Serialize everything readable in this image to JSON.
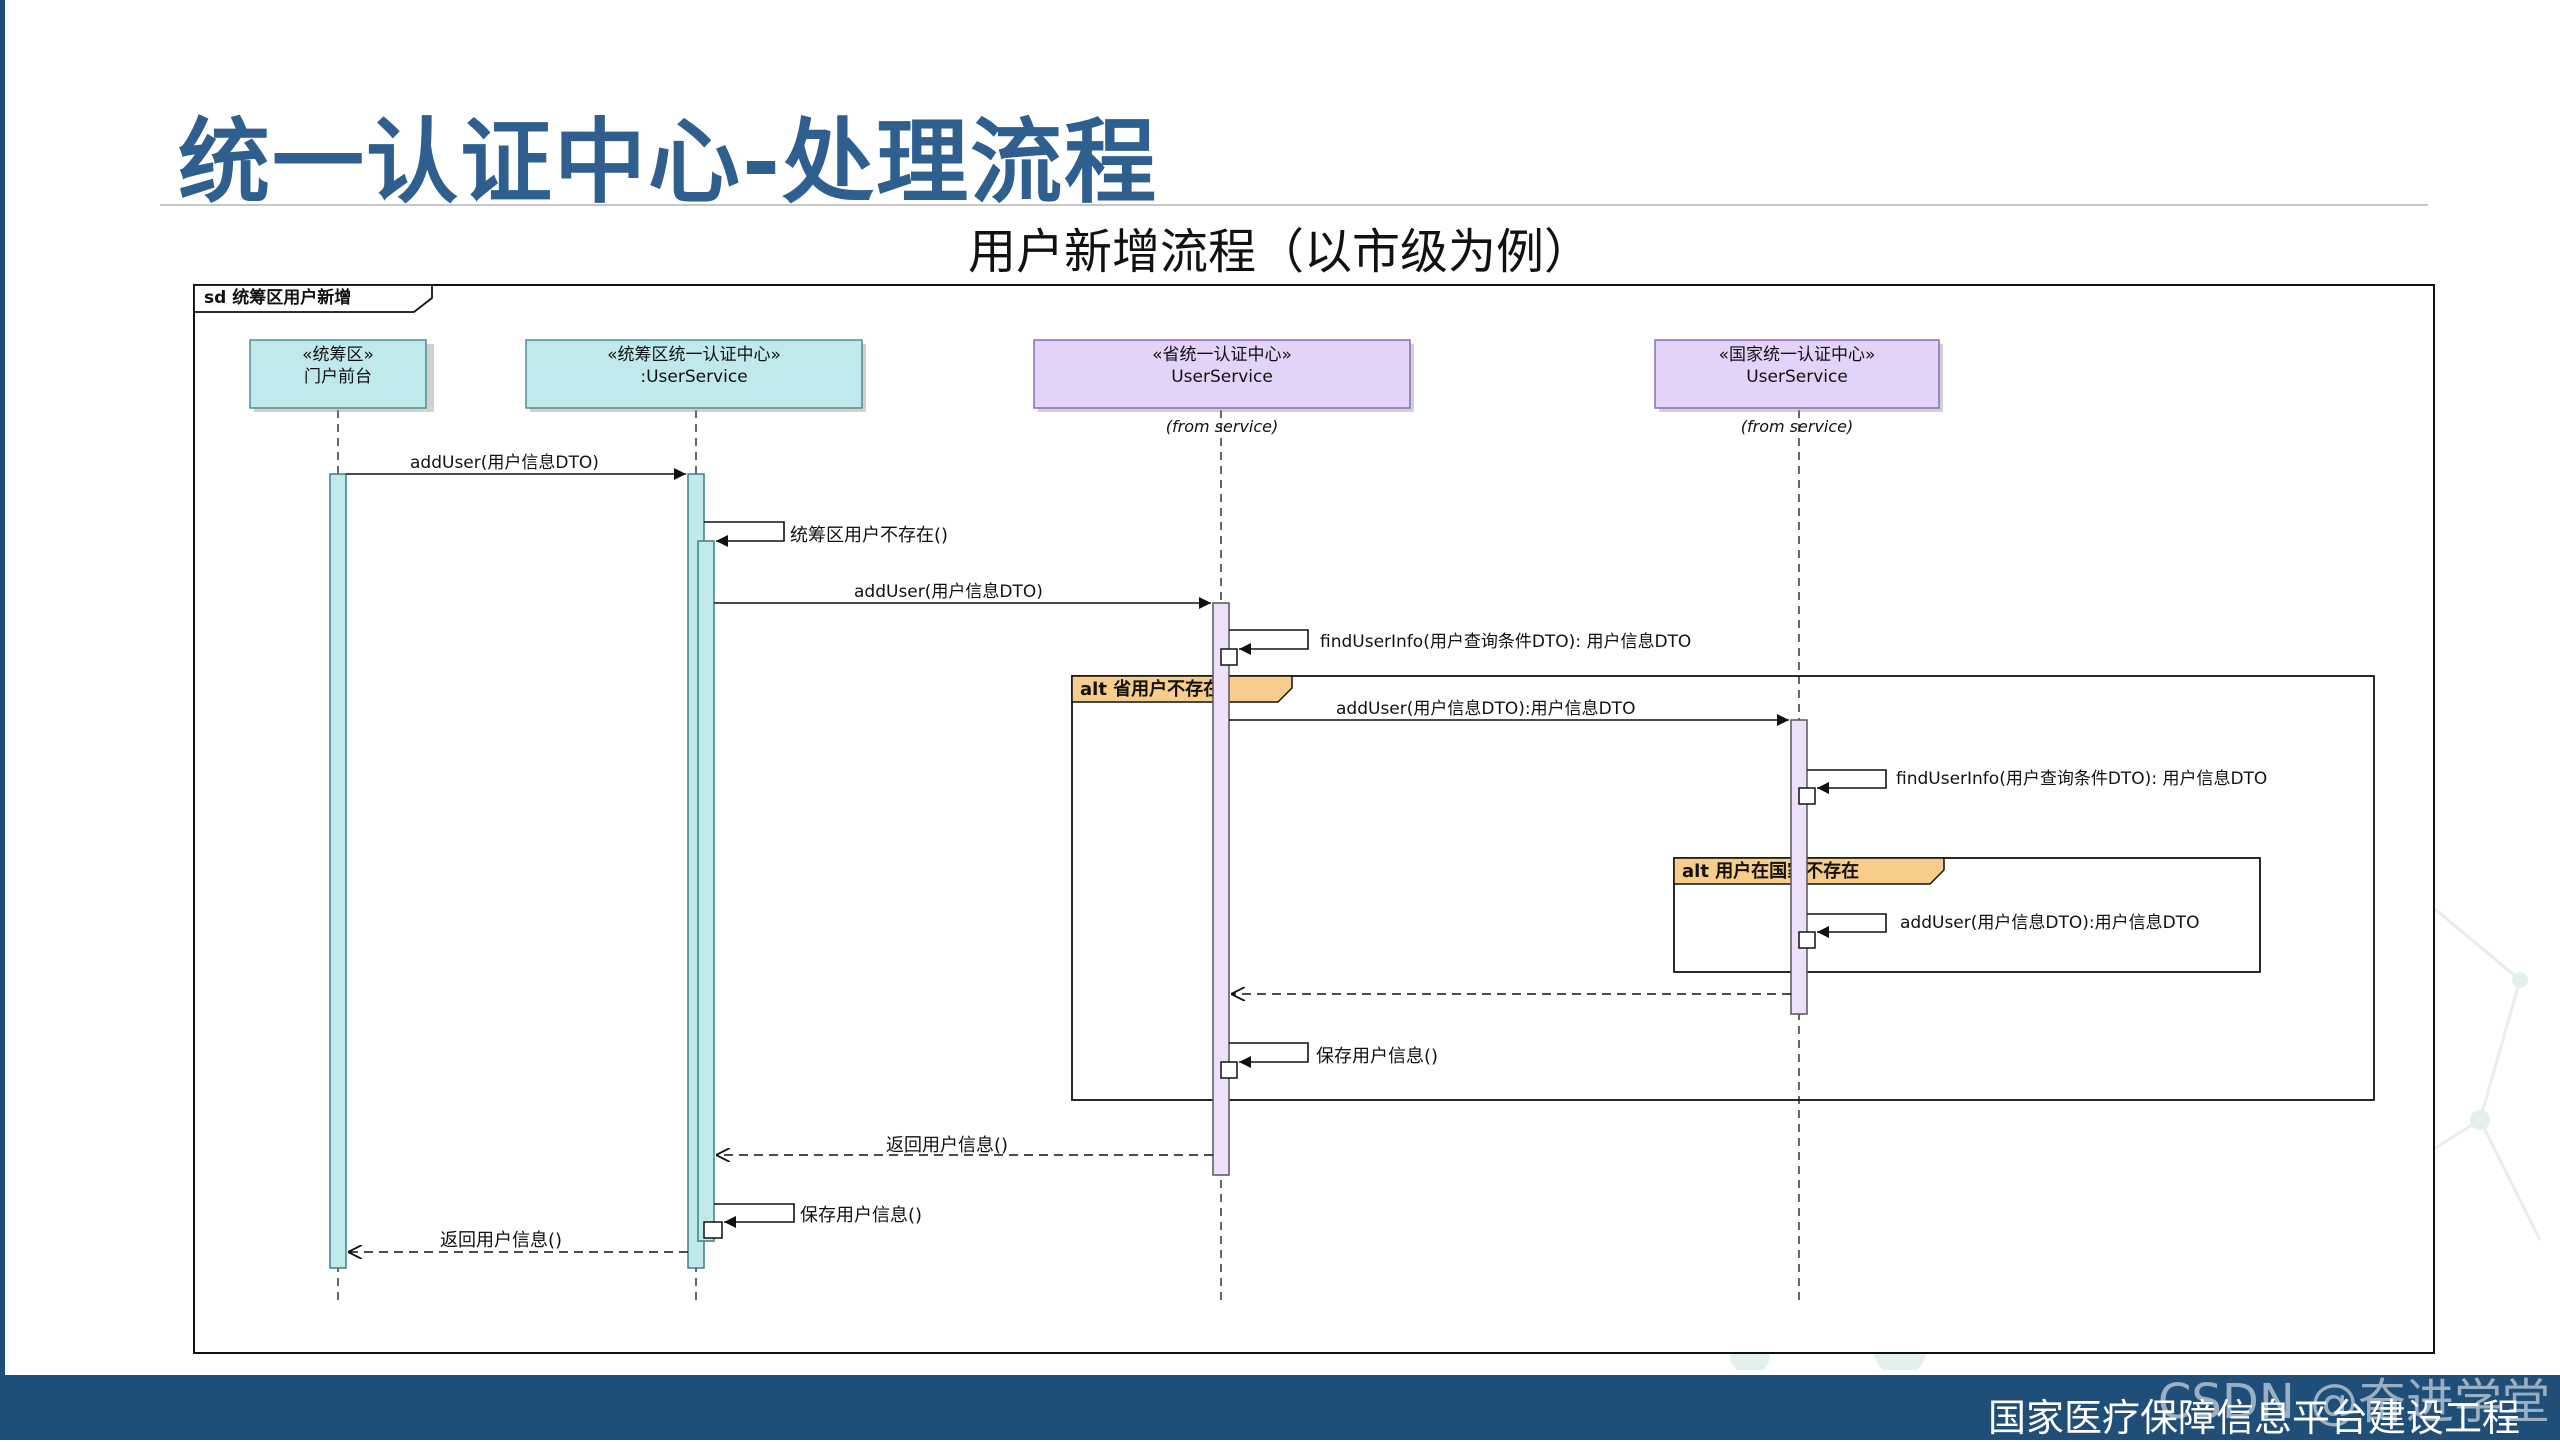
{
  "slide": {
    "title": "统一认证中心-处理流程",
    "diagram_title": "用户新增流程（以市级为例）",
    "footer": "国家医疗保障信息平台建设工程",
    "watermark": "CSDN @奋进学堂"
  },
  "diagram": {
    "frame_label": "sd 统筹区用户新增",
    "lifelines": [
      {
        "stereotype": "«统筹区»",
        "name": "门户前台",
        "note": "",
        "fill": "#bfe9ea"
      },
      {
        "stereotype": "«统筹区统一认证中心»",
        "name": ":UserService",
        "note": "",
        "fill": "#bfe9ea"
      },
      {
        "stereotype": "«省统一认证中心»",
        "name": "UserService",
        "note": "(from service)",
        "fill": "#e3d3f8"
      },
      {
        "stereotype": "«国家统一认证中心»",
        "name": "UserService",
        "note": "(from service)",
        "fill": "#e3d3f8"
      }
    ],
    "messages": [
      "addUser(用户信息DTO)",
      "统筹区用户不存在()",
      "addUser(用户信息DTO)",
      "findUserInfo(用户查询条件DTO): 用户信息DTO",
      "addUser(用户信息DTO):用户信息DTO",
      "findUserInfo(用户查询条件DTO): 用户信息DTO",
      "addUser(用户信息DTO):用户信息DTO",
      "保存用户信息()",
      "返回用户信息()",
      "保存用户信息()",
      "返回用户信息()"
    ],
    "fragments": [
      {
        "label": "alt 省用户不存在"
      },
      {
        "label": "alt 用户在国家不存在"
      }
    ]
  }
}
